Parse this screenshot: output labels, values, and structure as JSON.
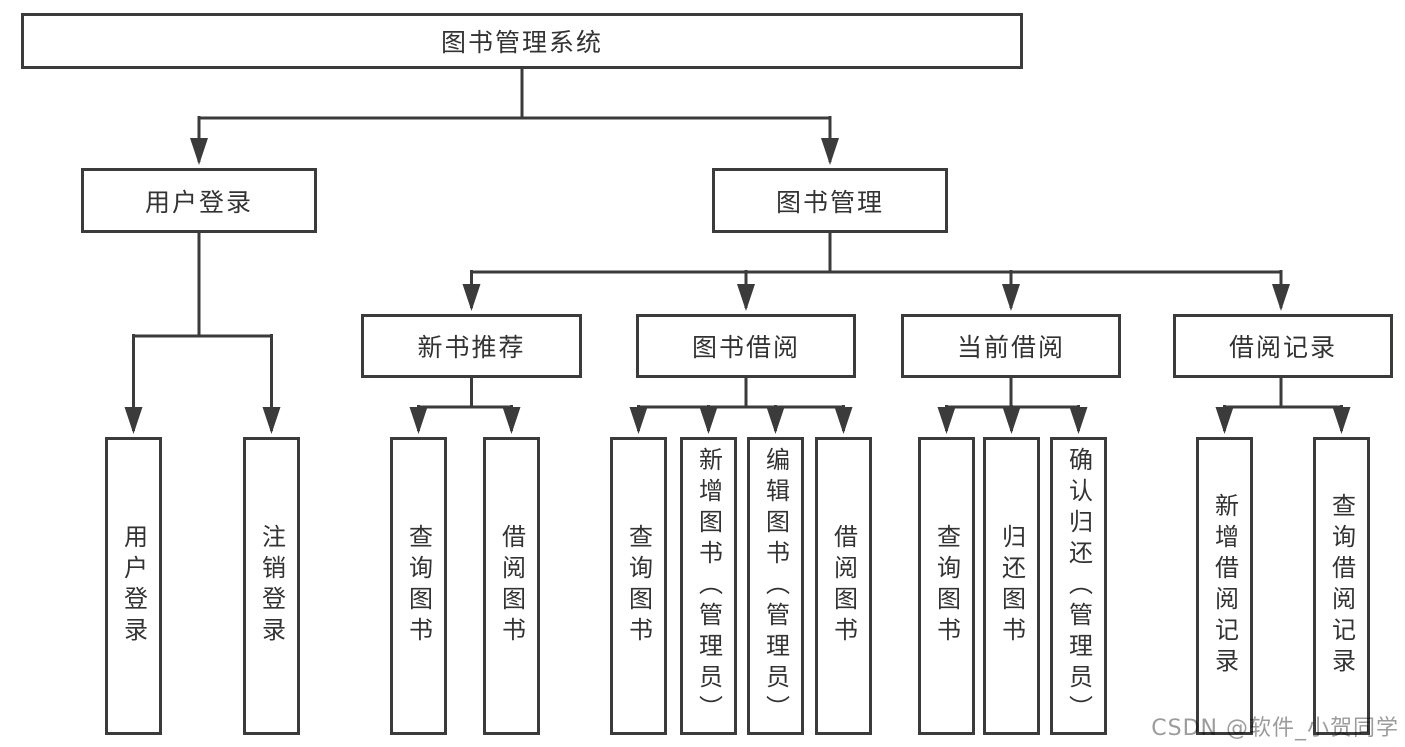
{
  "diagram": {
    "root": {
      "label": "图书管理系统"
    },
    "branches": [
      {
        "label": "用户登录",
        "children": [
          {
            "label": "用户登录"
          },
          {
            "label": "注销登录"
          }
        ]
      },
      {
        "label": "图书管理",
        "children": [
          {
            "label": "新书推荐",
            "children": [
              {
                "label": "查询图书"
              },
              {
                "label": "借阅图书"
              }
            ]
          },
          {
            "label": "图书借阅",
            "children": [
              {
                "label": "查询图书"
              },
              {
                "label": "新增图书（管理员）"
              },
              {
                "label": "编辑图书（管理员）"
              },
              {
                "label": "借阅图书"
              }
            ]
          },
          {
            "label": "当前借阅",
            "children": [
              {
                "label": "查询图书"
              },
              {
                "label": "归还图书"
              },
              {
                "label": "确认归还（管理员）"
              }
            ]
          },
          {
            "label": "借阅记录",
            "children": [
              {
                "label": "新增借阅记录"
              },
              {
                "label": "查询借阅记录"
              }
            ]
          }
        ]
      }
    ]
  },
  "watermark": {
    "text": "CSDN @软件_小贺同学"
  }
}
